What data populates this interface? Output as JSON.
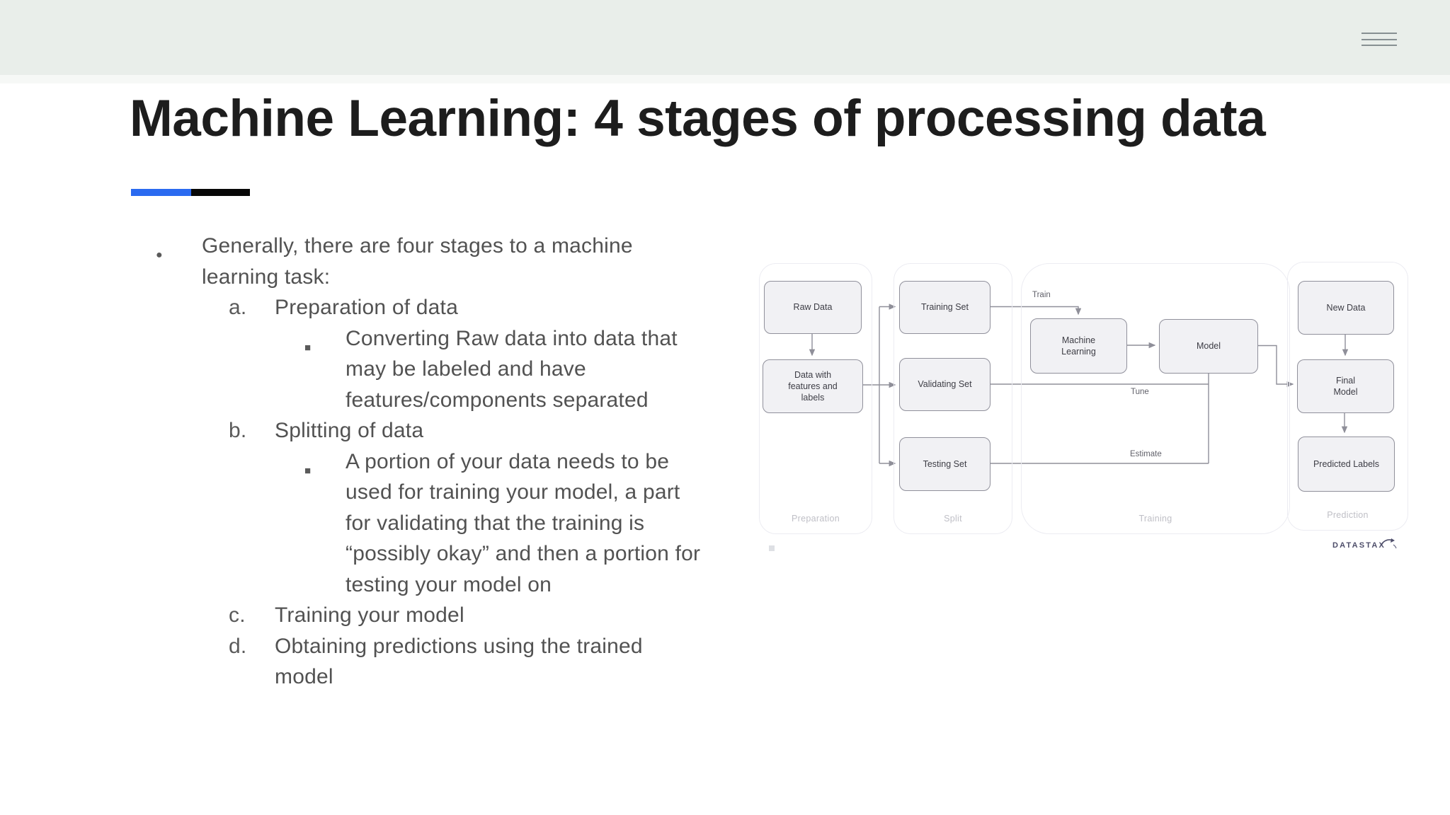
{
  "topbar": {
    "menu_icon": "hamburger"
  },
  "slide": {
    "title": "Machine Learning: 4 stages of processing data",
    "accent_colors": {
      "blue": "#2a6af0",
      "black": "#070707"
    },
    "outline": {
      "items": [
        {
          "level": 1,
          "marker": "●",
          "text": "Generally, there are four stages to a machine\nlearning task:"
        },
        {
          "level": 2,
          "marker": "a.",
          "text": "Preparation of data"
        },
        {
          "level": 3,
          "marker": "■",
          "text": "Converting Raw data into data that\nmay be labeled and have\nfeatures/components separated"
        },
        {
          "level": 2,
          "marker": "b.",
          "text": "Splitting of data"
        },
        {
          "level": 3,
          "marker": "■",
          "text": "A portion of your data needs to be\nused for training your model, a part\nfor validating that the training is\n“possibly okay” and then a portion for\ntesting your model on"
        },
        {
          "level": 2,
          "marker": "c.",
          "text": "Training your model"
        },
        {
          "level": 2,
          "marker": "d.",
          "text": "Obtaining predictions using the trained\nmodel"
        }
      ]
    }
  },
  "diagram": {
    "groups": [
      {
        "label": "Preparation"
      },
      {
        "label": "Split"
      },
      {
        "label": "Training"
      },
      {
        "label": "Prediction"
      }
    ],
    "nodes": {
      "raw_data": "Raw Data",
      "data_features": "Data with\nfeatures and\nlabels",
      "training_set": "Training Set",
      "validating_set": "Validating Set",
      "testing_set": "Testing Set",
      "machine_learning": "Machine\nLearning",
      "model": "Model",
      "new_data": "New Data",
      "final_model": "Final\nModel",
      "predicted_labels": "Predicted Labels"
    },
    "edge_labels": {
      "train": "Train",
      "tune": "Tune",
      "estimate": "Estimate"
    },
    "logo_text": "DATASTAX",
    "colors": {
      "box_fill": "#f1f1f4",
      "box_border": "#90909b",
      "wire": "#8f8f99"
    }
  }
}
